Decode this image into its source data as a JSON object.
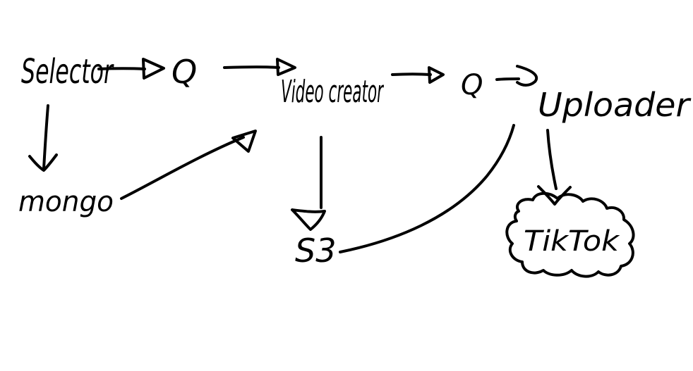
{
  "nodes": {
    "selector": "Selector",
    "queue_1": "Q",
    "video_creator": "Video creator",
    "queue_2": "Q",
    "uploader": "Uploader",
    "mongo": "mongo",
    "s3": "S3",
    "tiktok": "TikTok"
  },
  "edges": [
    {
      "from": "Selector",
      "to": "Q"
    },
    {
      "from": "Q",
      "to": "Video creator"
    },
    {
      "from": "Video creator",
      "to": "Q"
    },
    {
      "from": "Q",
      "to": "Uploader"
    },
    {
      "from": "Selector",
      "to": "mongo"
    },
    {
      "from": "mongo",
      "to": "Video creator"
    },
    {
      "from": "Video creator",
      "to": "S3"
    },
    {
      "from": "S3",
      "to": "Uploader"
    },
    {
      "from": "Uploader",
      "to": "TikTok"
    }
  ],
  "colors": {
    "ink": "#000000",
    "background": "#ffffff"
  }
}
